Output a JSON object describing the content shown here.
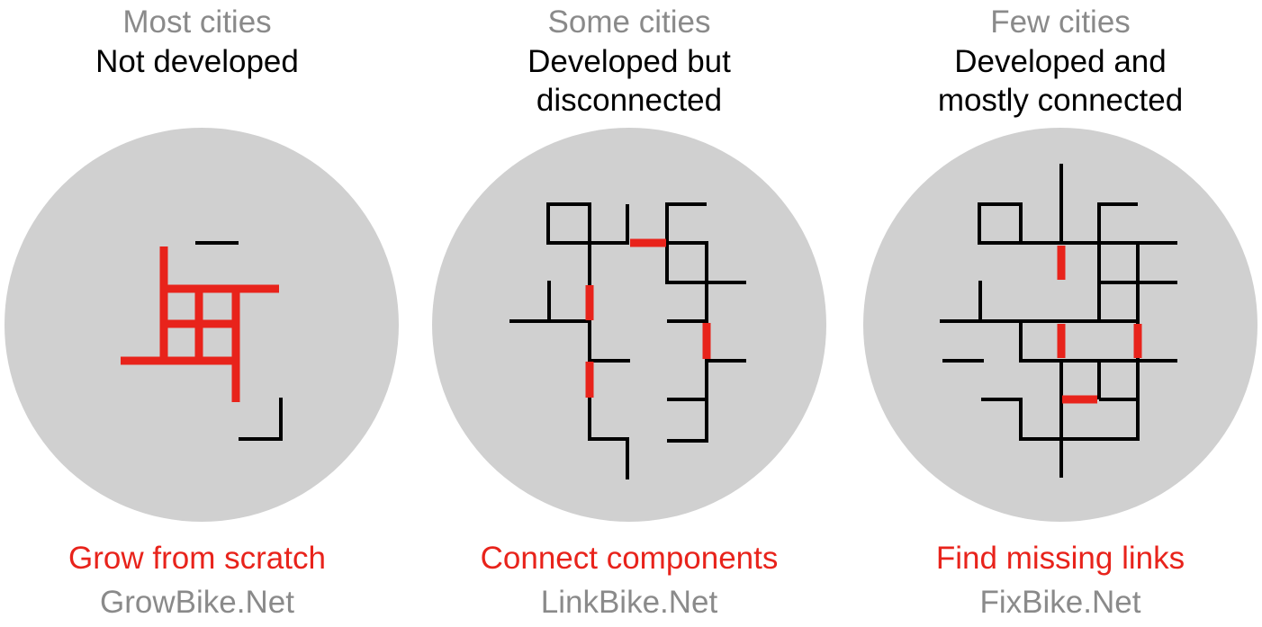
{
  "colors": {
    "circle": "#d0d0d0",
    "existing": "#000000",
    "new": "#e8231b",
    "muted_text": "#8a8a8a"
  },
  "panels": [
    {
      "frequency": "Most cities",
      "state_line1": "Not developed",
      "state_line2": "",
      "action": "Grow from scratch",
      "site": "GrowBike.Net"
    },
    {
      "frequency": "Some cities",
      "state_line1": "Developed but",
      "state_line2": "disconnected",
      "action": "Connect components",
      "site": "LinkBike.Net"
    },
    {
      "frequency": "Few cities",
      "state_line1": "Developed and",
      "state_line2": "mostly connected",
      "action": "Find missing links",
      "site": "FixBike.Net"
    }
  ]
}
